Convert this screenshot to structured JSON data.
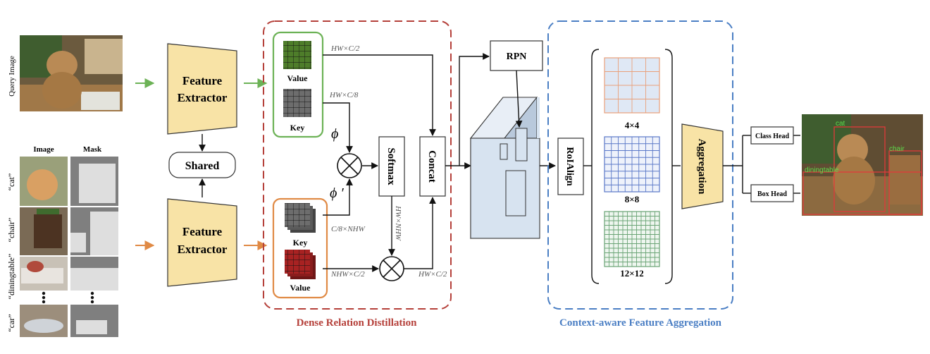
{
  "labels": {
    "query_image": "Query Image",
    "image_col": "Image",
    "mask_col": "Mask",
    "class_cat": "“cat”",
    "class_chair": "“chair”",
    "class_diningtable": "“diningtable”",
    "class_car": "“car”",
    "feature_extractor_top_1": "Feature",
    "feature_extractor_top_2": "Extractor",
    "feature_extractor_bottom_1": "Feature",
    "feature_extractor_bottom_2": "Extractor",
    "shared": "Shared",
    "value_top": "Value",
    "key_top": "Key",
    "key_bottom": "Key",
    "value_bottom": "Value",
    "dim_hw_c2_top": "HW×C/2",
    "dim_hw_c8": "HW×C/8",
    "dim_c8_nhw": "C/8×NHW",
    "dim_nhw_c2": "NHW×C/2",
    "dim_hw_nhw": "HW×NHW",
    "dim_hw_c2_bottom": "HW×C/2",
    "phi": "ϕ",
    "phi_prime": "ϕ ′",
    "softmax": "Softmax",
    "concat": "Concat",
    "rpn": "RPN",
    "roialign": "RoIAlign",
    "grid_4": "4×4",
    "grid_8": "8×8",
    "grid_12": "12×12",
    "aggregation": "Aggregation",
    "class_head": "Class Head",
    "box_head": "Box Head",
    "det_cat": "cat",
    "det_chair": "chair",
    "det_diningtable": "diningtable",
    "drd_title": "Dense Relation Distillation",
    "cfa_title": "Context-aware Feature Aggregation",
    "dots": "•\n•\n•"
  },
  "colors": {
    "feature_extractor_fill": "#f8e3a6",
    "green": "#6cb256",
    "orange": "#e08a45",
    "drd_border": "#b5403a",
    "cfa_border": "#4b7fc4",
    "value_green": "#4e7d2a",
    "key_gray": "#6d6d6d",
    "value_red": "#a82222",
    "grid_orange": "#e9a07a",
    "grid_blue": "#5a78c8",
    "grid_green": "#6aa475",
    "volume_fill": "#d7e3f0",
    "detect_green": "#5ddc4b"
  }
}
